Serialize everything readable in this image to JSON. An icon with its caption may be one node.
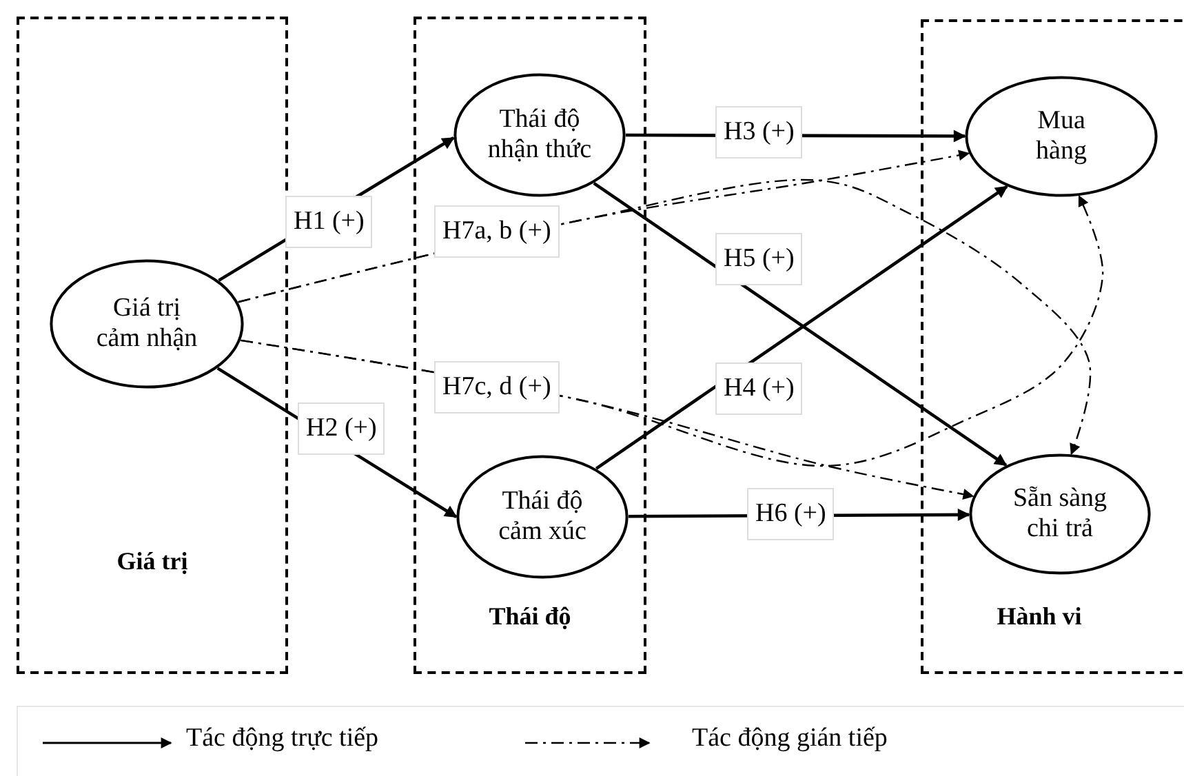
{
  "diagram": {
    "nodes": [
      {
        "text": [
          "Giá trị"
        ]
      },
      {
        "text": [
          "Giá trị cảm nhận"
        ],
        "in": 0
      },
      {
        "text": [
          "Thái độ"
        ]
      },
      {
        "text": [
          "Thái độ nhận thức"
        ],
        "in": 2
      },
      {
        "text": [
          "Thái độ cảm xúc"
        ],
        "in": 2
      },
      {
        "text": [
          "Hành vi"
        ]
      },
      {
        "text": [
          "Mua hàng"
        ],
        "in": 5
      },
      {
        "text": [
          "Sẵn sàng chi trả"
        ],
        "in": 5
      }
    ],
    "edges": [
      {
        "from": 1,
        "to": 3,
        "arrow": "to",
        "label": "H1 (+)"
      },
      {
        "from": 1,
        "to": 4,
        "arrow": "to",
        "label": "H2 (+)"
      },
      {
        "from": 3,
        "to": 6,
        "arrow": "to",
        "label": "H3 (+)"
      },
      {
        "from": 3,
        "to": 7,
        "arrow": "to",
        "label": "H5 (+)"
      },
      {
        "from": 4,
        "to": 6,
        "arrow": "to",
        "label": "H4 (+)"
      },
      {
        "from": 4,
        "to": 7,
        "arrow": "to",
        "label": "H6 (+)"
      },
      {
        "from": 1,
        "to": 6,
        "arrow": "to",
        "label": "H7a, b (+)",
        "style": "dashed"
      },
      {
        "from": 1,
        "to": 7,
        "arrow": "to",
        "style": "dashed"
      },
      {
        "from": 1,
        "to": 7,
        "arrow": "to",
        "label": "H7c, d (+)",
        "style": "dashed"
      },
      {
        "from": 1,
        "to": 6,
        "arrow": "to",
        "style": "dashed"
      }
    ],
    "legend": [
      {
        "text": "Tác động trực tiếp"
      },
      {
        "text": "Tác động gián tiếp"
      }
    ]
  }
}
